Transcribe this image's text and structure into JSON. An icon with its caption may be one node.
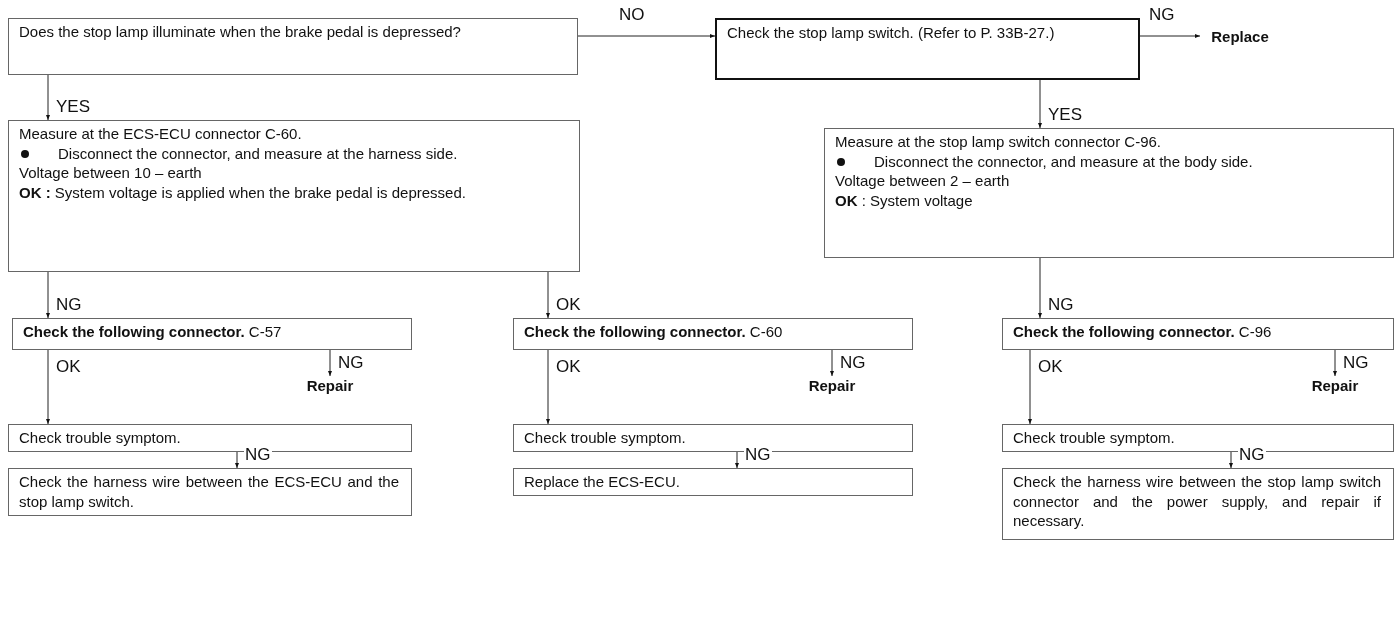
{
  "diagram": {
    "nodes": [
      {
        "text": [
          "Does the stop lamp illuminate when the brake pedal is depressed?"
        ]
      },
      {
        "text": [
          "Check the stop lamp switch. (Refer to P. 33B-27.)"
        ]
      },
      {
        "text": [
          "Replace"
        ]
      },
      {
        "text": [
          "Measure at the ECS-ECU connector C-60.",
          "Disconnect the connector, and measure at the harness side.",
          "Voltage between 10 – earth",
          "**OK :** System voltage is applied when the brake pedal is depressed."
        ]
      },
      {
        "text": [
          "Measure at the stop lamp switch connector C-96.",
          "Disconnect the connector, and measure at the body side.",
          "Voltage between 2 – earth",
          "**OK** : System voltage"
        ]
      },
      {
        "text": [
          "**Check the following connector.** C-57"
        ]
      },
      {
        "text": [
          "**Check the following connector.** C-60"
        ]
      },
      {
        "text": [
          "**Check the following connector.** C-96"
        ]
      },
      {
        "text": [
          "Repair"
        ]
      },
      {
        "text": [
          "Repair"
        ]
      },
      {
        "text": [
          "Repair"
        ]
      },
      {
        "text": [
          "Check trouble symptom."
        ]
      },
      {
        "text": [
          "Check trouble symptom."
        ]
      },
      {
        "text": [
          "Check trouble symptom."
        ]
      },
      {
        "text": [
          "Check the harness wire between the ECS-ECU and the stop lamp switch."
        ]
      },
      {
        "text": [
          "Replace the ECS-ECU."
        ]
      },
      {
        "text": [
          "Check the harness wire between the stop lamp switch connector and the power supply, and repair if necessary."
        ]
      }
    ],
    "edges": [
      {
        "from": 0,
        "to": 1,
        "arrow": "to",
        "label": "NO"
      },
      {
        "from": 1,
        "to": 2,
        "arrow": "to",
        "label": "NG"
      },
      {
        "from": 0,
        "to": 3,
        "arrow": "to",
        "label": "YES"
      },
      {
        "from": 1,
        "to": 4,
        "arrow": "to",
        "label": "YES"
      },
      {
        "from": 3,
        "to": 5,
        "arrow": "to",
        "label": "NG"
      },
      {
        "from": 3,
        "to": 6,
        "arrow": "to",
        "label": "OK"
      },
      {
        "from": 4,
        "to": 7,
        "arrow": "to",
        "label": "NG"
      },
      {
        "from": 5,
        "to": 11,
        "arrow": "to",
        "label": "OK"
      },
      {
        "from": 5,
        "to": 8,
        "arrow": "to",
        "label": "NG"
      },
      {
        "from": 6,
        "to": 12,
        "arrow": "to",
        "label": "OK"
      },
      {
        "from": 6,
        "to": 9,
        "arrow": "to",
        "label": "NG"
      },
      {
        "from": 7,
        "to": 13,
        "arrow": "to",
        "label": "OK"
      },
      {
        "from": 7,
        "to": 10,
        "arrow": "to",
        "label": "NG"
      },
      {
        "from": 11,
        "to": 14,
        "arrow": "to",
        "label": "NG"
      },
      {
        "from": 12,
        "to": 15,
        "arrow": "to",
        "label": "NG"
      },
      {
        "from": 13,
        "to": 16,
        "arrow": "to",
        "label": "NG"
      }
    ]
  }
}
